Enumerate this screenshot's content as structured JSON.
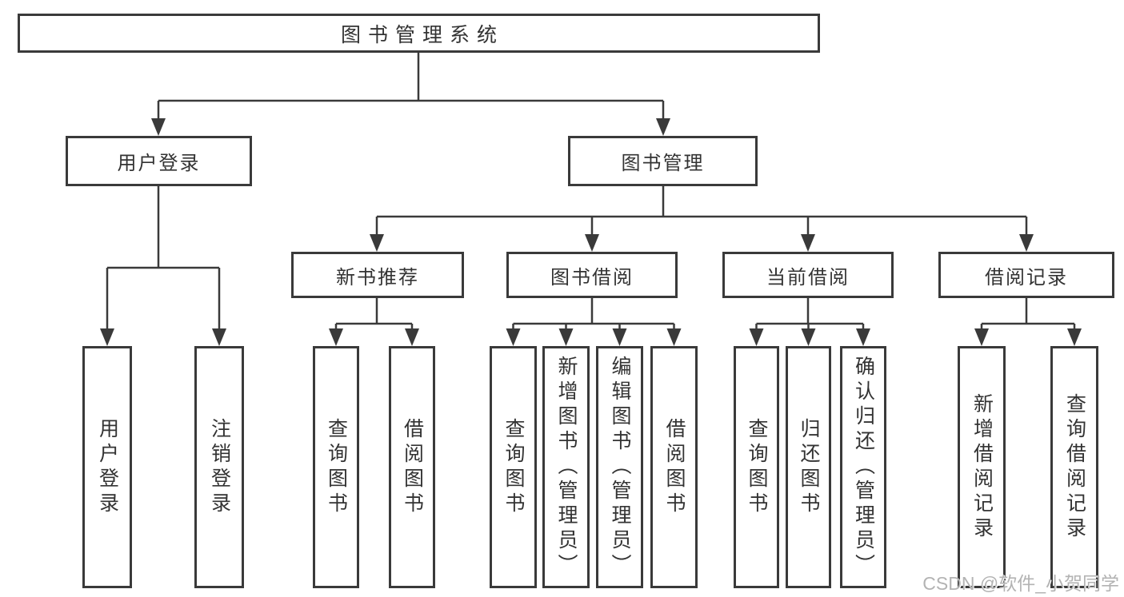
{
  "diagram": {
    "type": "hierarchy-tree",
    "orientation": "top-down",
    "colors": {
      "line": "#3a3a3a",
      "box_border": "#3a3a3a",
      "box_fill": "#ffffff",
      "text": "#333333",
      "watermark": "#b3b3b3"
    }
  },
  "tree": {
    "label": "图书管理系统",
    "children": [
      {
        "label": "用户登录",
        "children": [
          {
            "label": "用户登录"
          },
          {
            "label": "注销登录"
          }
        ]
      },
      {
        "label": "图书管理",
        "children": [
          {
            "label": "新书推荐",
            "children": [
              {
                "label": "查询图书"
              },
              {
                "label": "借阅图书"
              }
            ]
          },
          {
            "label": "图书借阅",
            "children": [
              {
                "label": "查询图书"
              },
              {
                "label": "新增图书（管理员）"
              },
              {
                "label": "编辑图书（管理员）"
              },
              {
                "label": "借阅图书"
              }
            ]
          },
          {
            "label": "当前借阅",
            "children": [
              {
                "label": "查询图书"
              },
              {
                "label": "归还图书"
              },
              {
                "label": "确认归还（管理员）"
              }
            ]
          },
          {
            "label": "借阅记录",
            "children": [
              {
                "label": "新增借阅记录"
              },
              {
                "label": "查询借阅记录"
              }
            ]
          }
        ]
      }
    ]
  },
  "watermark": {
    "text": "CSDN @软件_小贺同学"
  }
}
